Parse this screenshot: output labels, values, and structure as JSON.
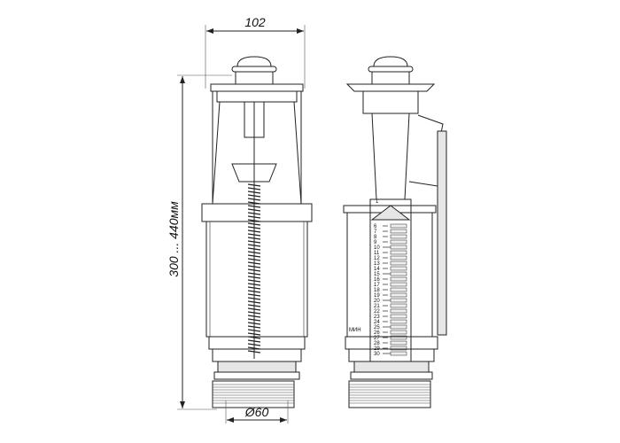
{
  "dimensions": {
    "width_label": "102",
    "height_label": "300 ... 440мм",
    "diameter_label": "Ø60"
  },
  "scale": {
    "top_mark": "1",
    "marks": [
      "6",
      "7",
      "8",
      "9",
      "10",
      "11",
      "12",
      "13",
      "14",
      "15",
      "16",
      "17",
      "18",
      "19",
      "20",
      "21",
      "22",
      "23",
      "24",
      "25",
      "26",
      "27",
      "28",
      "29",
      "30"
    ],
    "min_label": "МИН"
  }
}
